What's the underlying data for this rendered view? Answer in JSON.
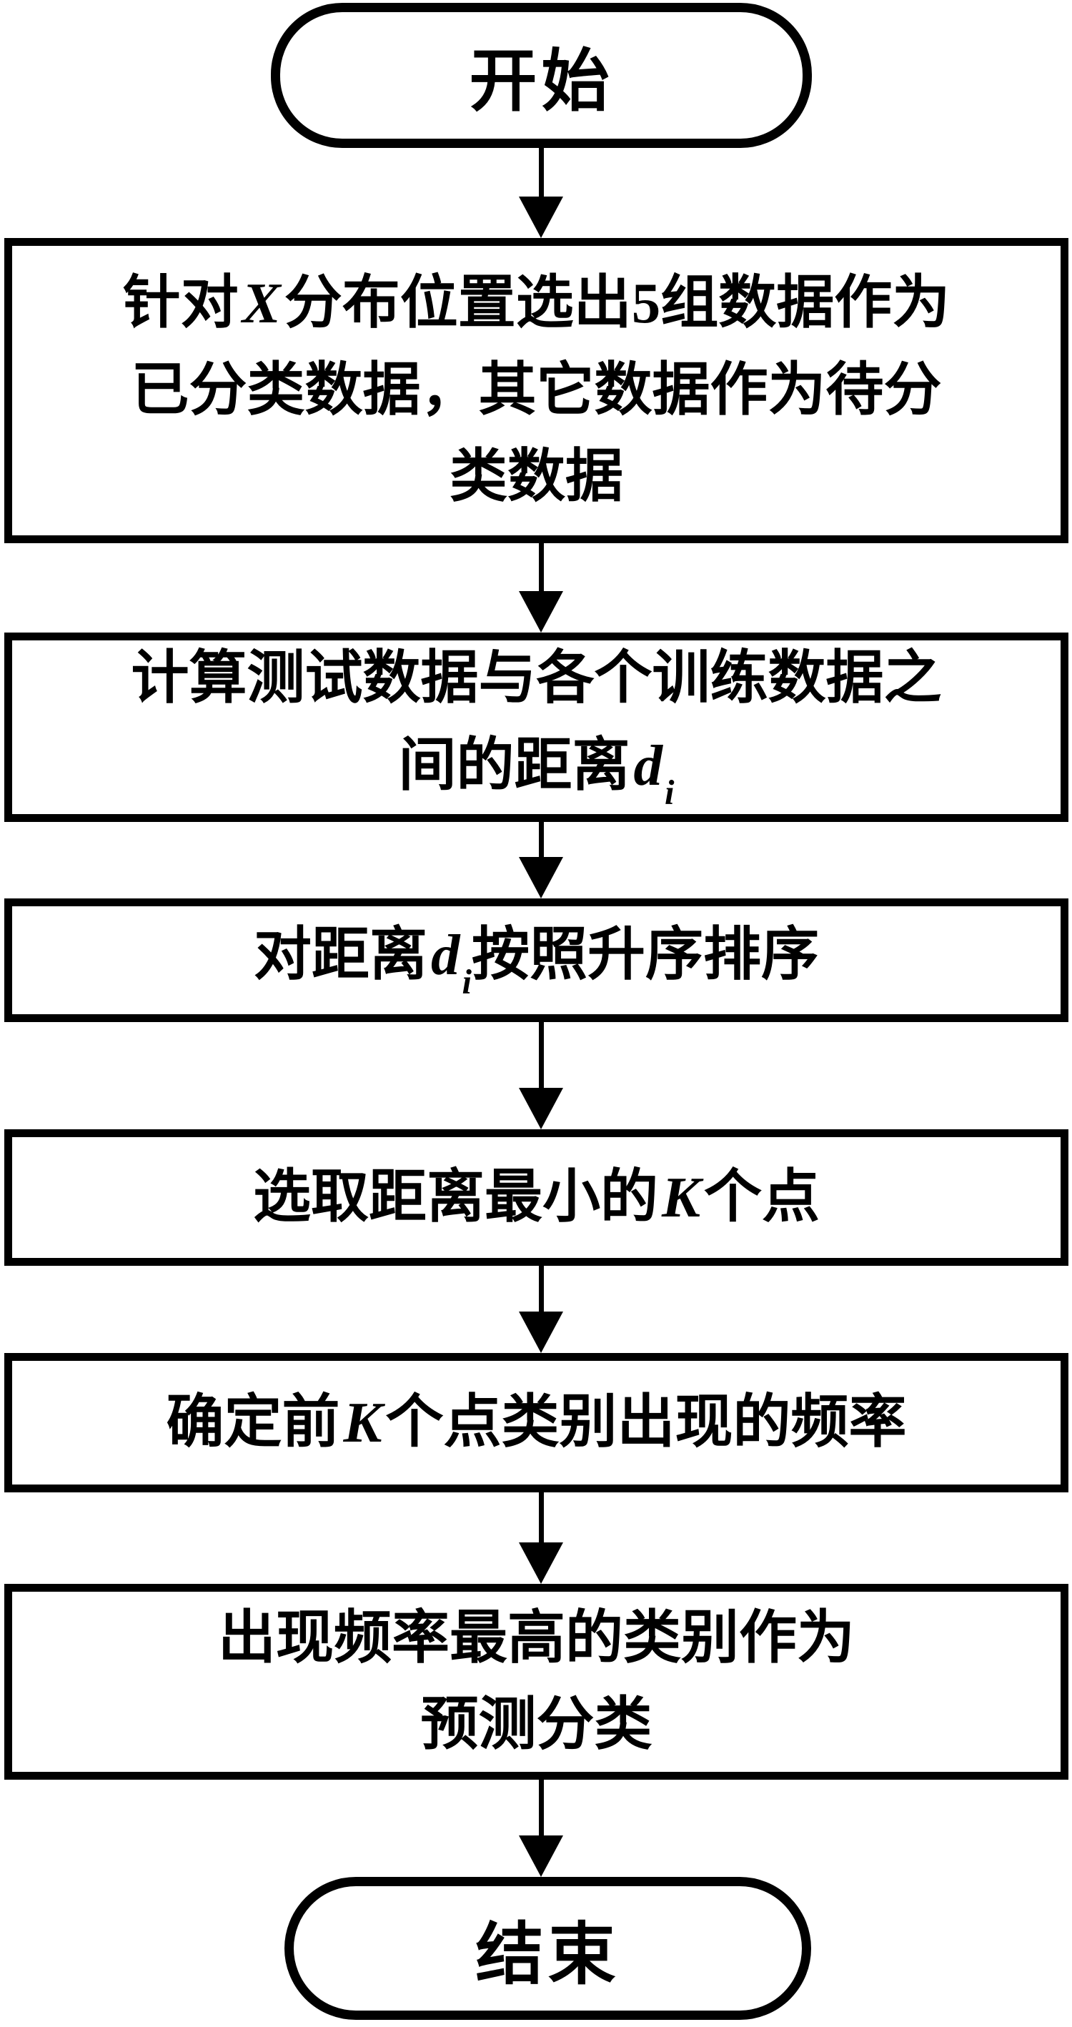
{
  "colors": {
    "ink": "#000000",
    "paper": "#ffffff"
  },
  "flowchart": {
    "start": {
      "label": "开始"
    },
    "step1": {
      "line1_pre": "针对",
      "line1_var": "X",
      "line1_post": "分布位置选出5组数据作为",
      "line2": "已分类数据，其它数据作为待分",
      "line3": "类数据"
    },
    "step2": {
      "line1": "计算测试数据与各个训练数据之",
      "line2_pre": "间的距离",
      "line2_var": "d",
      "line2_sub": "i"
    },
    "step3": {
      "pre": "对距离",
      "var": "d",
      "sub": "i",
      "post": "按照升序排序"
    },
    "step4": {
      "pre": "选取距离最小的",
      "var": "K",
      "post": "个点"
    },
    "step5": {
      "pre": "确定前",
      "var": "K",
      "post": "个点类别出现的频率"
    },
    "step6": {
      "line1": "出现频率最高的类别作为",
      "line2": "预测分类"
    },
    "end": {
      "label": "结束"
    }
  }
}
